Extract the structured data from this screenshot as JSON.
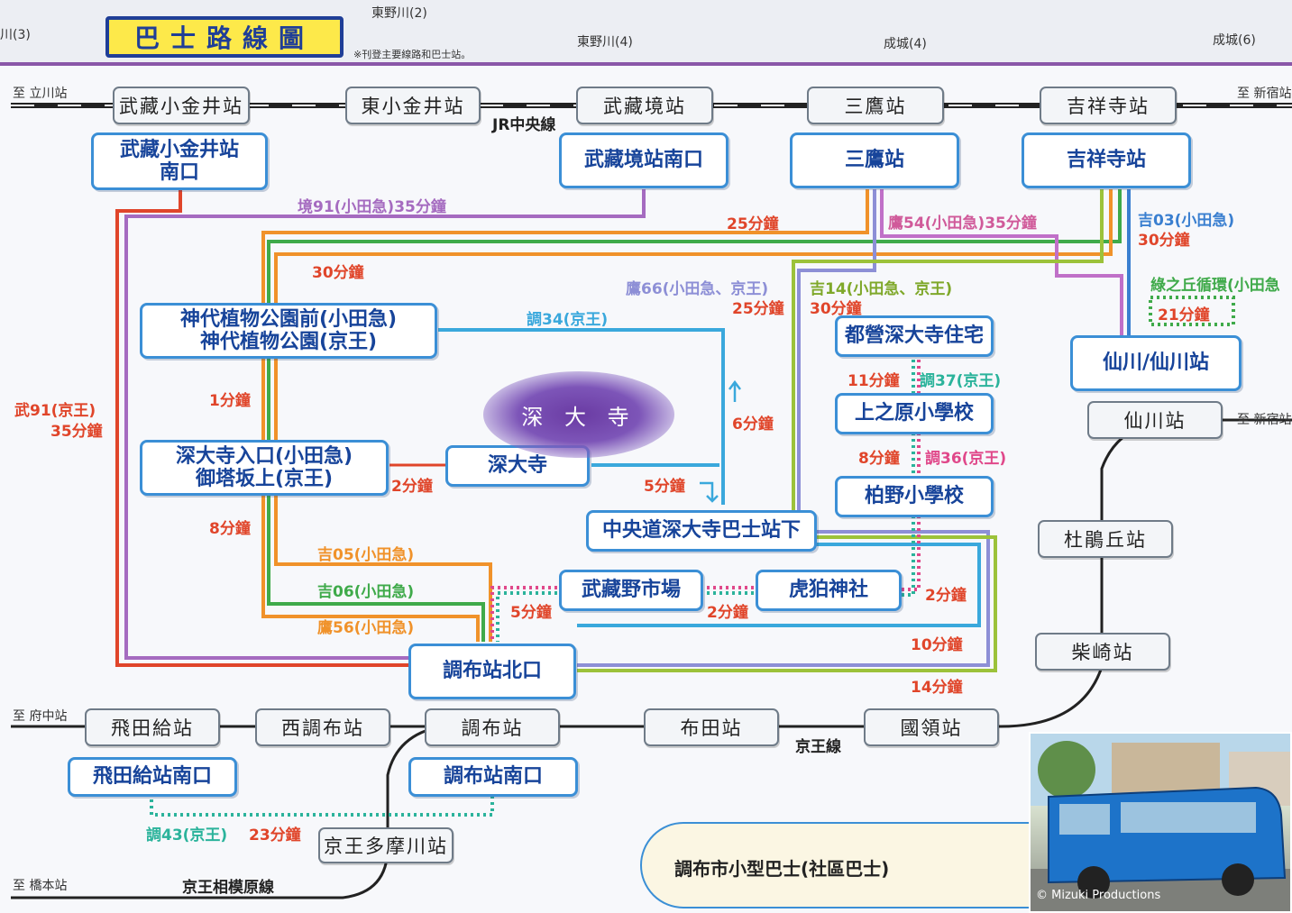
{
  "title": "巴士路線圖",
  "note": "※刊登主要線路和巴士站。",
  "top_area_labels": [
    "東野川(2)",
    "東野川(4)",
    "成城(4)",
    "成城(6)",
    "川(3)"
  ],
  "rail_lines": {
    "jr_chuo": {
      "name": "JR中央線",
      "to_west": "至 立川站",
      "to_east": "至 新宿站",
      "stations": [
        "武藏小金井站",
        "東小金井站",
        "武藏境站",
        "三鷹站",
        "吉祥寺站"
      ]
    },
    "keio": {
      "name": "京王線",
      "to_west": "至 府中站",
      "stations": [
        "飛田給站",
        "西調布站",
        "調布站",
        "布田站",
        "國領站",
        "柴崎站",
        "杜鵑丘站",
        "仙川站"
      ],
      "to_east": "至 新宿站"
    },
    "keio_sagamihara": {
      "name": "京王相模原線",
      "to_west": "至 橋本站",
      "stations": [
        "京王多摩川站"
      ]
    }
  },
  "bus_stops": [
    "武藏小金井站\n南口",
    "武藏境站南口",
    "三鷹站",
    "吉祥寺站",
    "神代植物公園前(小田急)\n神代植物公園(京王)",
    "深大寺入口(小田急)\n御塔坂上(京王)",
    "深大寺",
    "中央道深大寺巴士站下",
    "武藏野市場",
    "虎狛神社",
    "都營深大寺住宅",
    "上之原小學校",
    "柏野小學校",
    "仙川/仙川站",
    "調布站北口",
    "飛田給站南口",
    "調布站南口"
  ],
  "landmark": "深 大 寺",
  "route_labels": {
    "sakai91": "境91(小田急)35分鐘",
    "taka54": "鷹54(小田急)35分鐘",
    "kichi03": "吉03(小田急)",
    "kichi03_time": "30分鐘",
    "midori": "綠之丘循環(小田急",
    "midori_time": "21分鐘",
    "taka66": "鷹66(小田急、京王)",
    "taka66_time": "25分鐘",
    "kichi14": "吉14(小田急、京王)",
    "kichi14_time": "30分鐘",
    "t25": "25分鐘",
    "t30": "30分鐘",
    "chou34": "調34(京王)",
    "bu91": "武91(京王)",
    "bu91_time": "35分鐘",
    "t1": "1分鐘",
    "t2": "2分鐘",
    "t8": "8分鐘",
    "t6": "6分鐘",
    "t5": "5分鐘",
    "chou37_time": "11分鐘",
    "chou37": "調37(京王)",
    "chou36_time": "8分鐘",
    "chou36": "調36(京王)",
    "kichi05": "吉05(小田急)",
    "kichi06": "吉06(小田急)",
    "taka56": "鷹56(小田急)",
    "t5b": "5分鐘",
    "t2b": "2分鐘",
    "t2c": "2分鐘",
    "t10": "10分鐘",
    "t14": "14分鐘",
    "chou43": "調43(京王)",
    "chou43_time": "23分鐘"
  },
  "legend": {
    "label": "調布市小型巴士(社區巴士)"
  },
  "photo_credit": "© Mizuki Productions",
  "colors": {
    "title_bg": "#fde94a",
    "title_border": "#1f3e97",
    "route_red": "#e0452a",
    "route_orange": "#f0922a",
    "route_green": "#3faa4a",
    "route_purple": "#a56bc0",
    "route_blue": "#3aa8dc",
    "route_light_purple": "#8d8fd6",
    "route_lime": "#9cc23a",
    "community_bus_pink": "#e0488a",
    "community_bus_teal": "#2bb39b",
    "stop_border": "#3b8fd6",
    "stop_text": "#17449a"
  }
}
